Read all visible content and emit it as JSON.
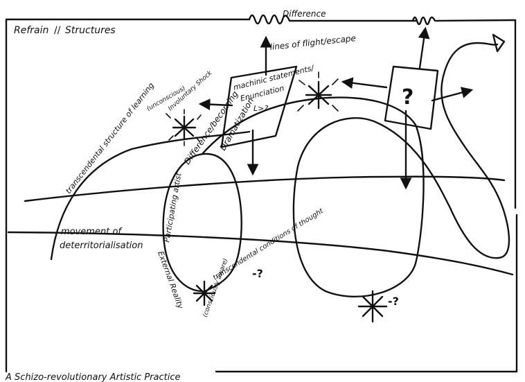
{
  "labels": {
    "corner_title": "Refrain",
    "corner_subtitle": "Structures",
    "difference_top": "Difference",
    "lines_of_flight": "lines of flight/escape",
    "machinic_statements": "machinic statements/",
    "enunciation": "Enunciation",
    "enunciation_arrow": "L>?",
    "unconscious": "(unconscious)",
    "involuntary_shock": "Involuntary Shock",
    "dramatization": "Dramatization",
    "difference_becoming": "Difference/becoming",
    "transcendental_structure": "transcendental structure of learning",
    "participating_artist": "Participating artist",
    "movement_of": "movement of",
    "deterritorialisation": "deterritorialisation",
    "external_reality": "External Reality",
    "transcendental_conditions": "transcendental conditions of thought",
    "conditions_question": "-?",
    "consciously_aware": "(consciously aware)",
    "box_question": "?",
    "bottom_star_question": "-?",
    "footer": "A Schizo-revolutionary Artistic Practice"
  }
}
